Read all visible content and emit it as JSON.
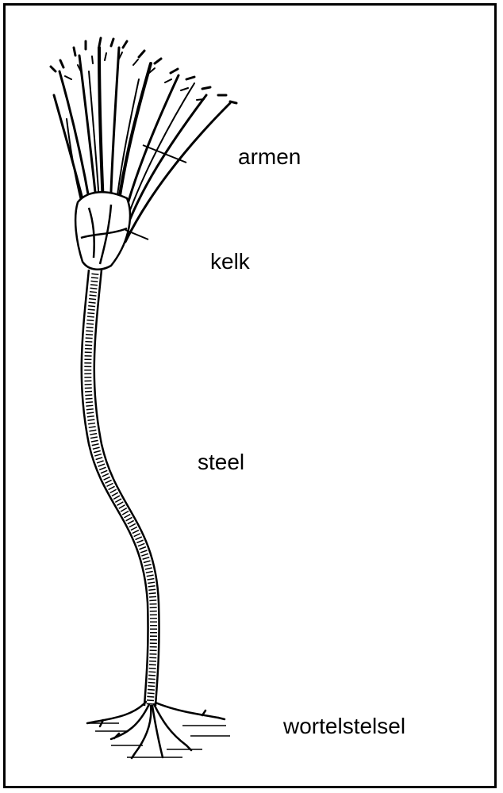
{
  "labels": {
    "arms": "armen",
    "calyx": "kelk",
    "stem": "steel",
    "roots": "wortelstelsel"
  }
}
